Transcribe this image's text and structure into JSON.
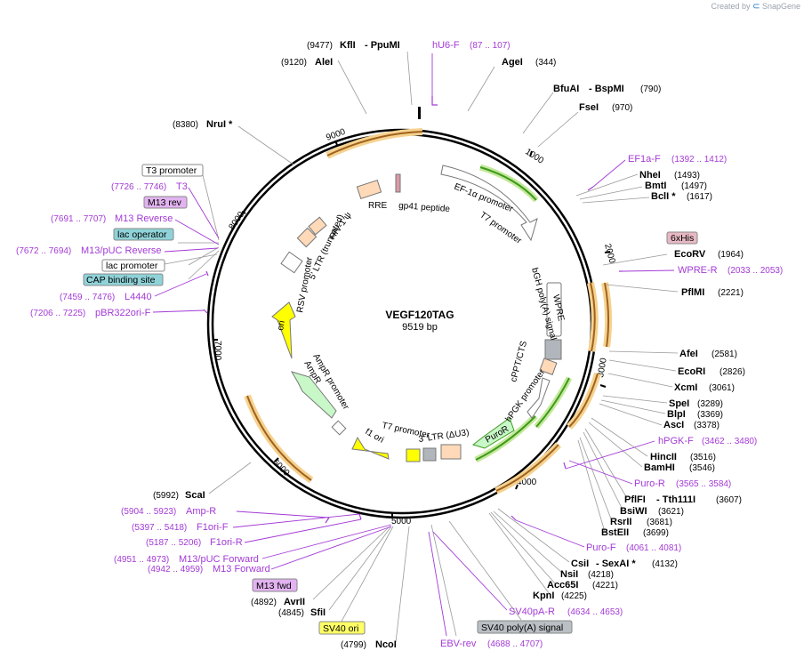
{
  "credit": {
    "prefix": "Created by",
    "brand": "SnapGene"
  },
  "plasmid": {
    "name": "VEGF120TAG",
    "size_label": "9519 bp",
    "length": 9519
  },
  "tick_labels": [
    "1000",
    "2000",
    "3000",
    "4000",
    "5000",
    "6000",
    "7000",
    "8000",
    "9000"
  ],
  "feature_labels": [
    {
      "text": "gp41 peptide"
    },
    {
      "text": "RRE"
    },
    {
      "text": "HIV-1 ψ"
    },
    {
      "text": "5' LTR (truncated)"
    },
    {
      "text": "RSV promoter"
    },
    {
      "text": "EF-1α promoter"
    },
    {
      "text": "T7 promoter"
    },
    {
      "text": "bGH poly(A) signal"
    },
    {
      "text": "WPRE"
    },
    {
      "text": "cPPT/CTS"
    },
    {
      "text": "hPGK promoter"
    },
    {
      "text": "PuroR"
    },
    {
      "text": "3' LTR (ΔU3)"
    },
    {
      "text": "T7 promoter"
    },
    {
      "text": "f1 ori"
    },
    {
      "text": "AmpR promoter"
    },
    {
      "text": "AmpR"
    },
    {
      "text": "ori"
    }
  ],
  "site_labels": [
    {
      "pos": "(9477)",
      "name": "KflI",
      "suffix": "- PpuMI",
      "kind": "enzyme"
    },
    {
      "pos": "",
      "name": "hU6-F",
      "suffix": "(87 .. 107)",
      "kind": "primer"
    },
    {
      "pos": "(9120)",
      "name": "AleI",
      "suffix": "",
      "kind": "enzyme"
    },
    {
      "pos": "",
      "name": "AgeI",
      "suffix": "(344)",
      "kind": "enzyme"
    },
    {
      "pos": "",
      "name": "BfuAI",
      "suffix": "- BspMI",
      "extra": "(790)",
      "kind": "enzyme"
    },
    {
      "pos": "",
      "name": "FseI",
      "suffix": "(970)",
      "kind": "enzyme"
    },
    {
      "pos": "(8380)",
      "name": "NruI *",
      "suffix": "",
      "kind": "enzyme"
    },
    {
      "pos": "",
      "name": "EF1a-F",
      "suffix": "(1392 .. 1412)",
      "kind": "primer"
    },
    {
      "pos": "",
      "name": "NheI",
      "suffix": "(1493)",
      "kind": "enzyme"
    },
    {
      "pos": "",
      "name": "BmtI",
      "suffix": "(1497)",
      "kind": "enzyme"
    },
    {
      "pos": "",
      "name": "BclI *",
      "suffix": "(1617)",
      "kind": "enzyme"
    },
    {
      "pos": "",
      "name": "T3 promoter",
      "suffix": "",
      "kind": "box-white"
    },
    {
      "pos": "(7726 .. 7746)",
      "name": "T3",
      "suffix": "",
      "kind": "primer"
    },
    {
      "pos": "",
      "name": "M13 rev",
      "suffix": "",
      "kind": "box-purple"
    },
    {
      "pos": "(7691 .. 7707)",
      "name": "M13 Reverse",
      "suffix": "",
      "kind": "primer"
    },
    {
      "pos": "",
      "name": "lac operator",
      "suffix": "",
      "kind": "box-teal"
    },
    {
      "pos": "(7672 .. 7694)",
      "name": "M13/pUC Reverse",
      "suffix": "",
      "kind": "primer"
    },
    {
      "pos": "",
      "name": "lac promoter",
      "suffix": "",
      "kind": "box-white"
    },
    {
      "pos": "",
      "name": "CAP binding site",
      "suffix": "",
      "kind": "box-teal"
    },
    {
      "pos": "(7459 .. 7476)",
      "name": "L4440",
      "suffix": "",
      "kind": "primer"
    },
    {
      "pos": "(7206 .. 7225)",
      "name": "pBR322ori-F",
      "suffix": "",
      "kind": "primer"
    },
    {
      "pos": "",
      "name": "6xHis",
      "suffix": "",
      "kind": "box-pink"
    },
    {
      "pos": "",
      "name": "EcoRV",
      "suffix": "(1964)",
      "kind": "enzyme"
    },
    {
      "pos": "",
      "name": "WPRE-R",
      "suffix": "(2033 .. 2053)",
      "kind": "primer"
    },
    {
      "pos": "",
      "name": "PflMI",
      "suffix": "(2221)",
      "kind": "enzyme"
    },
    {
      "pos": "",
      "name": "AfeI",
      "suffix": "(2581)",
      "kind": "enzyme"
    },
    {
      "pos": "",
      "name": "EcoRI",
      "suffix": "(2826)",
      "kind": "enzyme"
    },
    {
      "pos": "",
      "name": "XcmI",
      "suffix": "(3061)",
      "kind": "enzyme"
    },
    {
      "pos": "",
      "name": "SpeI",
      "suffix": "(3289)",
      "kind": "enzyme"
    },
    {
      "pos": "",
      "name": "BlpI",
      "suffix": "(3369)",
      "kind": "enzyme"
    },
    {
      "pos": "",
      "name": "AscI",
      "suffix": "(3378)",
      "kind": "enzyme"
    },
    {
      "pos": "",
      "name": "hPGK-F",
      "suffix": "(3462 .. 3480)",
      "kind": "primer"
    },
    {
      "pos": "",
      "name": "HincII",
      "suffix": "(3516)",
      "kind": "enzyme"
    },
    {
      "pos": "",
      "name": "BamHI",
      "suffix": "(3546)",
      "kind": "enzyme"
    },
    {
      "pos": "",
      "name": "Puro-R",
      "suffix": "(3565 .. 3584)",
      "kind": "primer"
    },
    {
      "pos": "",
      "name": "PflFI",
      "suffix": "- Tth111I",
      "extra": "(3607)",
      "kind": "enzyme"
    },
    {
      "pos": "",
      "name": "BsiWI",
      "suffix": "(3621)",
      "kind": "enzyme"
    },
    {
      "pos": "",
      "name": "RsrII",
      "suffix": "(3681)",
      "kind": "enzyme"
    },
    {
      "pos": "",
      "name": "BstEII",
      "suffix": "(3699)",
      "kind": "enzyme"
    },
    {
      "pos": "",
      "name": "Puro-F",
      "suffix": "(4061 .. 4081)",
      "kind": "primer"
    },
    {
      "pos": "",
      "name": "CsiI",
      "suffix": "- SexAI *",
      "extra": "(4132)",
      "kind": "enzyme"
    },
    {
      "pos": "",
      "name": "NsiI",
      "suffix": "(4218)",
      "kind": "enzyme"
    },
    {
      "pos": "",
      "name": "Acc65I",
      "suffix": "(4221)",
      "kind": "enzyme"
    },
    {
      "pos": "",
      "name": "KpnI",
      "suffix": "(4225)",
      "kind": "enzyme"
    },
    {
      "pos": "",
      "name": "SV40pA-R",
      "suffix": "(4634 .. 4653)",
      "kind": "primer"
    },
    {
      "pos": "",
      "name": "SV40 poly(A) signal",
      "suffix": "",
      "kind": "box-gray"
    },
    {
      "pos": "",
      "name": "EBV-rev",
      "suffix": "(4688 .. 4707)",
      "kind": "primer"
    },
    {
      "pos": "(4799)",
      "name": "NcoI",
      "suffix": "",
      "kind": "enzyme"
    },
    {
      "pos": "",
      "name": "SV40 ori",
      "suffix": "",
      "kind": "box-yellow"
    },
    {
      "pos": "(4845)",
      "name": "SfiI",
      "suffix": "",
      "kind": "enzyme"
    },
    {
      "pos": "(4892)",
      "name": "AvrII",
      "suffix": "",
      "kind": "enzyme"
    },
    {
      "pos": "",
      "name": "M13 fwd",
      "suffix": "",
      "kind": "box-purple"
    },
    {
      "pos": "(4942 .. 4959)",
      "name": "M13 Forward",
      "suffix": "",
      "kind": "primer"
    },
    {
      "pos": "(4951 .. 4973)",
      "name": "M13/pUC Forward",
      "suffix": "",
      "kind": "primer"
    },
    {
      "pos": "(5187 .. 5206)",
      "name": "F1ori-R",
      "suffix": "",
      "kind": "primer"
    },
    {
      "pos": "(5397 .. 5418)",
      "name": "F1ori-F",
      "suffix": "",
      "kind": "primer"
    },
    {
      "pos": "(5904 .. 5923)",
      "name": "Amp-R",
      "suffix": "",
      "kind": "primer"
    },
    {
      "pos": "(5992)",
      "name": "ScaI",
      "suffix": "",
      "kind": "enzyme"
    }
  ],
  "colors": {
    "backbone": "#000000",
    "enzyme_text": "#000000",
    "primer_text": "#a33ad6",
    "orange_arrow": "#a0621e",
    "orange_halo": "#f5d28f",
    "green_arrow": "#3c9a1e",
    "green_halo": "#c5e89a",
    "yellow_feature": "#ffff00",
    "peach_feature": "#ffd9b8",
    "light_green_feature": "#c8f7c8",
    "gray_feature": "#b0b6bb",
    "pink_feature": "#d89aa6"
  }
}
